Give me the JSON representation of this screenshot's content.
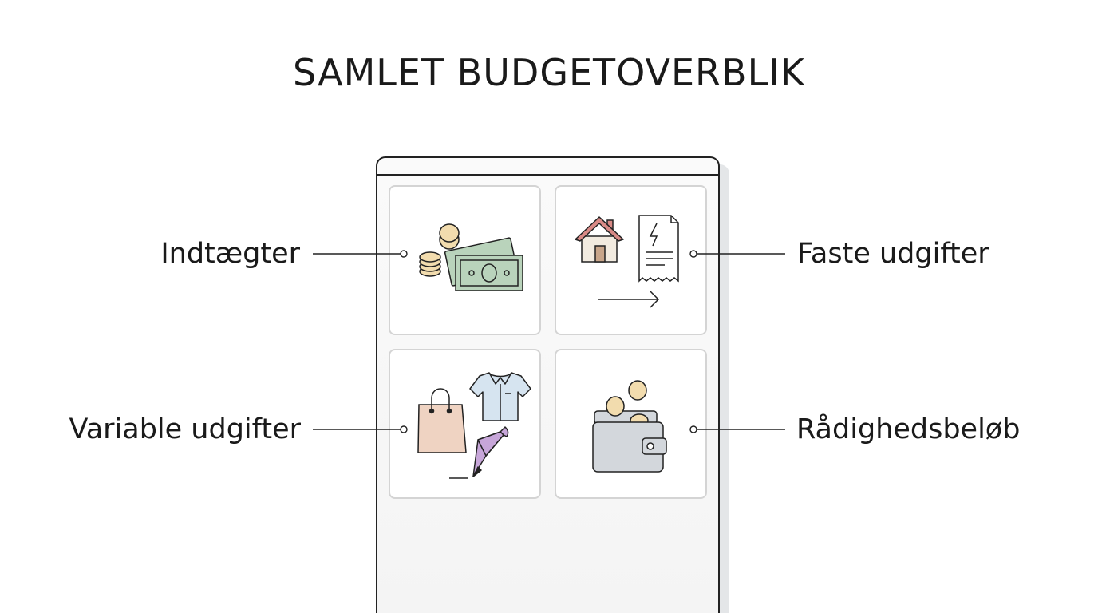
{
  "title": "SAMLET BUDGETOVERBLIK",
  "categories": [
    {
      "id": "income",
      "label": "Indtægter",
      "icons": [
        "coins-icon",
        "banknotes-icon"
      ]
    },
    {
      "id": "fixed",
      "label": "Faste udgifter",
      "icons": [
        "house-icon",
        "bill-icon",
        "arrow-right-icon"
      ]
    },
    {
      "id": "variable",
      "label": "Variable udgifter",
      "icons": [
        "shopping-bag-icon",
        "shirt-icon",
        "pencil-icon"
      ]
    },
    {
      "id": "disposable",
      "label": "Rådighedsbeløb",
      "icons": [
        "wallet-icon",
        "coins-icon"
      ]
    }
  ],
  "colors": {
    "coin": "#f2dcae",
    "banknote": "#b9d3bb",
    "house_roof": "#d98a86",
    "house_wall": "#f2ebe0",
    "door": "#c8a58a",
    "bag": "#efd3c2",
    "shirt": "#d6e4f0",
    "pencil": "#c7a6d9",
    "wallet": "#d3d7dc",
    "line": "#222222"
  }
}
